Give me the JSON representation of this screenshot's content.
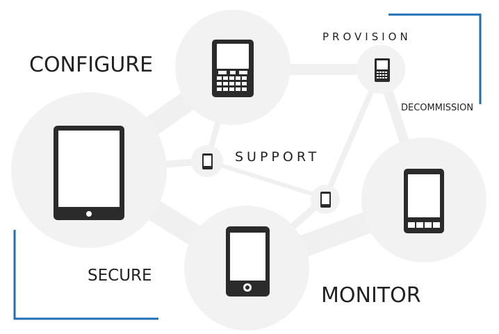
{
  "labels": {
    "configure": "CONFIGURE",
    "provision": "PROVISION",
    "decommission": "DECOMMISSION",
    "support": "SUPPORT",
    "secure": "SECURE",
    "monitor": "MONITOR"
  },
  "colors": {
    "accent": "#1f6db3",
    "node": "#f2f2f2",
    "edge": "#f0f0f0",
    "device": "#2b2b2b",
    "text": "#222222"
  },
  "nodes": [
    {
      "id": "configure",
      "icon": "qwerty-phone-icon"
    },
    {
      "id": "tablet",
      "icon": "tablet-icon"
    },
    {
      "id": "monitor",
      "icon": "smartphone-icon"
    },
    {
      "id": "right-phone",
      "icon": "phone-with-buttons-icon"
    },
    {
      "id": "provision",
      "icon": "small-qwerty-phone-icon"
    },
    {
      "id": "support",
      "icon": "small-phone-icon"
    },
    {
      "id": "hub-small",
      "icon": "small-phone-icon"
    }
  ]
}
